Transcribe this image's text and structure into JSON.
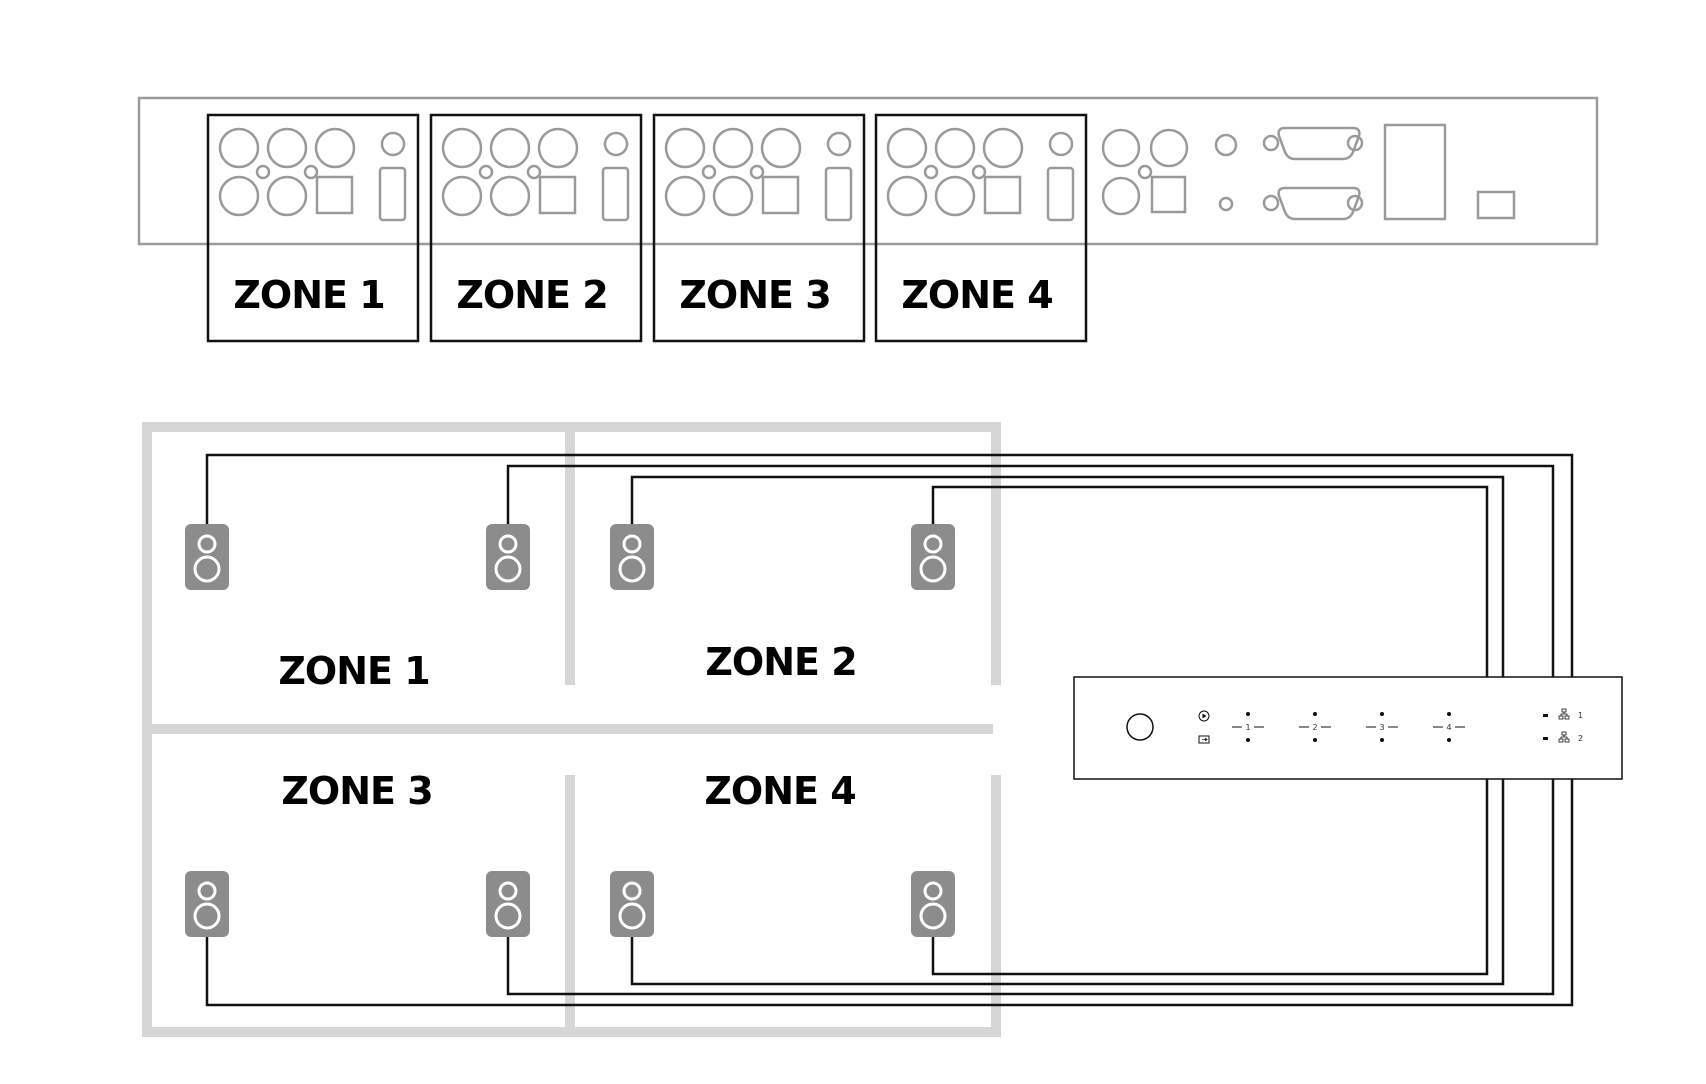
{
  "colors": {
    "panel_outline": "#9a9a9a",
    "zone_box": "#111111",
    "room_wall": "#d6d6d6",
    "speaker_fill": "#8c8c8c",
    "speaker_cone": "#ffffff",
    "wire": "#111111",
    "label": "#000000"
  },
  "rear_panel": {
    "zone_labels": [
      "ZONE 1",
      "ZONE 2",
      "ZONE 3",
      "ZONE 4"
    ]
  },
  "floor_plan": {
    "rooms": [
      {
        "label": "ZONE 1"
      },
      {
        "label": "ZONE 2"
      },
      {
        "label": "ZONE 3"
      },
      {
        "label": "ZONE 4"
      }
    ]
  },
  "amplifier_front": {
    "zone_indicators": [
      "1",
      "2",
      "3",
      "4"
    ],
    "network_ports": [
      "1",
      "2"
    ],
    "icons": [
      "power-knob-icon",
      "play-icon",
      "input-icon",
      "network-icon"
    ]
  }
}
